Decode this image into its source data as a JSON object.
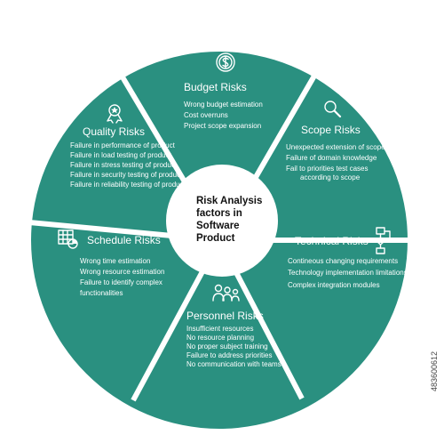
{
  "center": {
    "lines": [
      "Risk Analysis",
      "factors in",
      "Software",
      "Product"
    ]
  },
  "segments": [
    {
      "id": "budget",
      "icon": "dollar-coin-icon",
      "title": "Budget Risks",
      "items": [
        "Wrong budget estimation",
        "Cost overruns",
        "Project scope expansion"
      ]
    },
    {
      "id": "scope",
      "icon": "magnifier-icon",
      "title": "Scope Risks",
      "items": [
        "Unexpected extension of scope",
        "Failure of domain knowledge",
        "Fail to priorities test cases",
        "according to scope"
      ]
    },
    {
      "id": "technical",
      "icon": "flowchart-icon",
      "title": "Technical Risks",
      "items": [
        "Contineous changing requirements",
        "Technology implementation limitations",
        "Complex  integration modules"
      ]
    },
    {
      "id": "personnel",
      "icon": "people-group-icon",
      "title": "Personnel Risks",
      "items": [
        "Insufficient resources",
        "No resource planning",
        "No proper subject training",
        "Failure to address priorities",
        "No communication with teams"
      ]
    },
    {
      "id": "schedule",
      "icon": "calendar-chart-icon",
      "title": "Schedule Risks",
      "items": [
        "Wrong time estimation",
        "Wrong resource estimation",
        "Failure to identify complex",
        "functionalities"
      ]
    },
    {
      "id": "quality",
      "icon": "award-badge-icon",
      "title": "Quality Risks",
      "items": [
        "Failure in performance of product",
        "Failure in load testing of product",
        "Failure in stress testing of product",
        "Failure  in security testing of product",
        "Failure in reliability testing of product"
      ]
    }
  ],
  "colors": {
    "segment": "#2a9080",
    "separator": "#ffffff",
    "text": "#ffffff",
    "center_text": "#111111"
  },
  "side_id": "483600612"
}
